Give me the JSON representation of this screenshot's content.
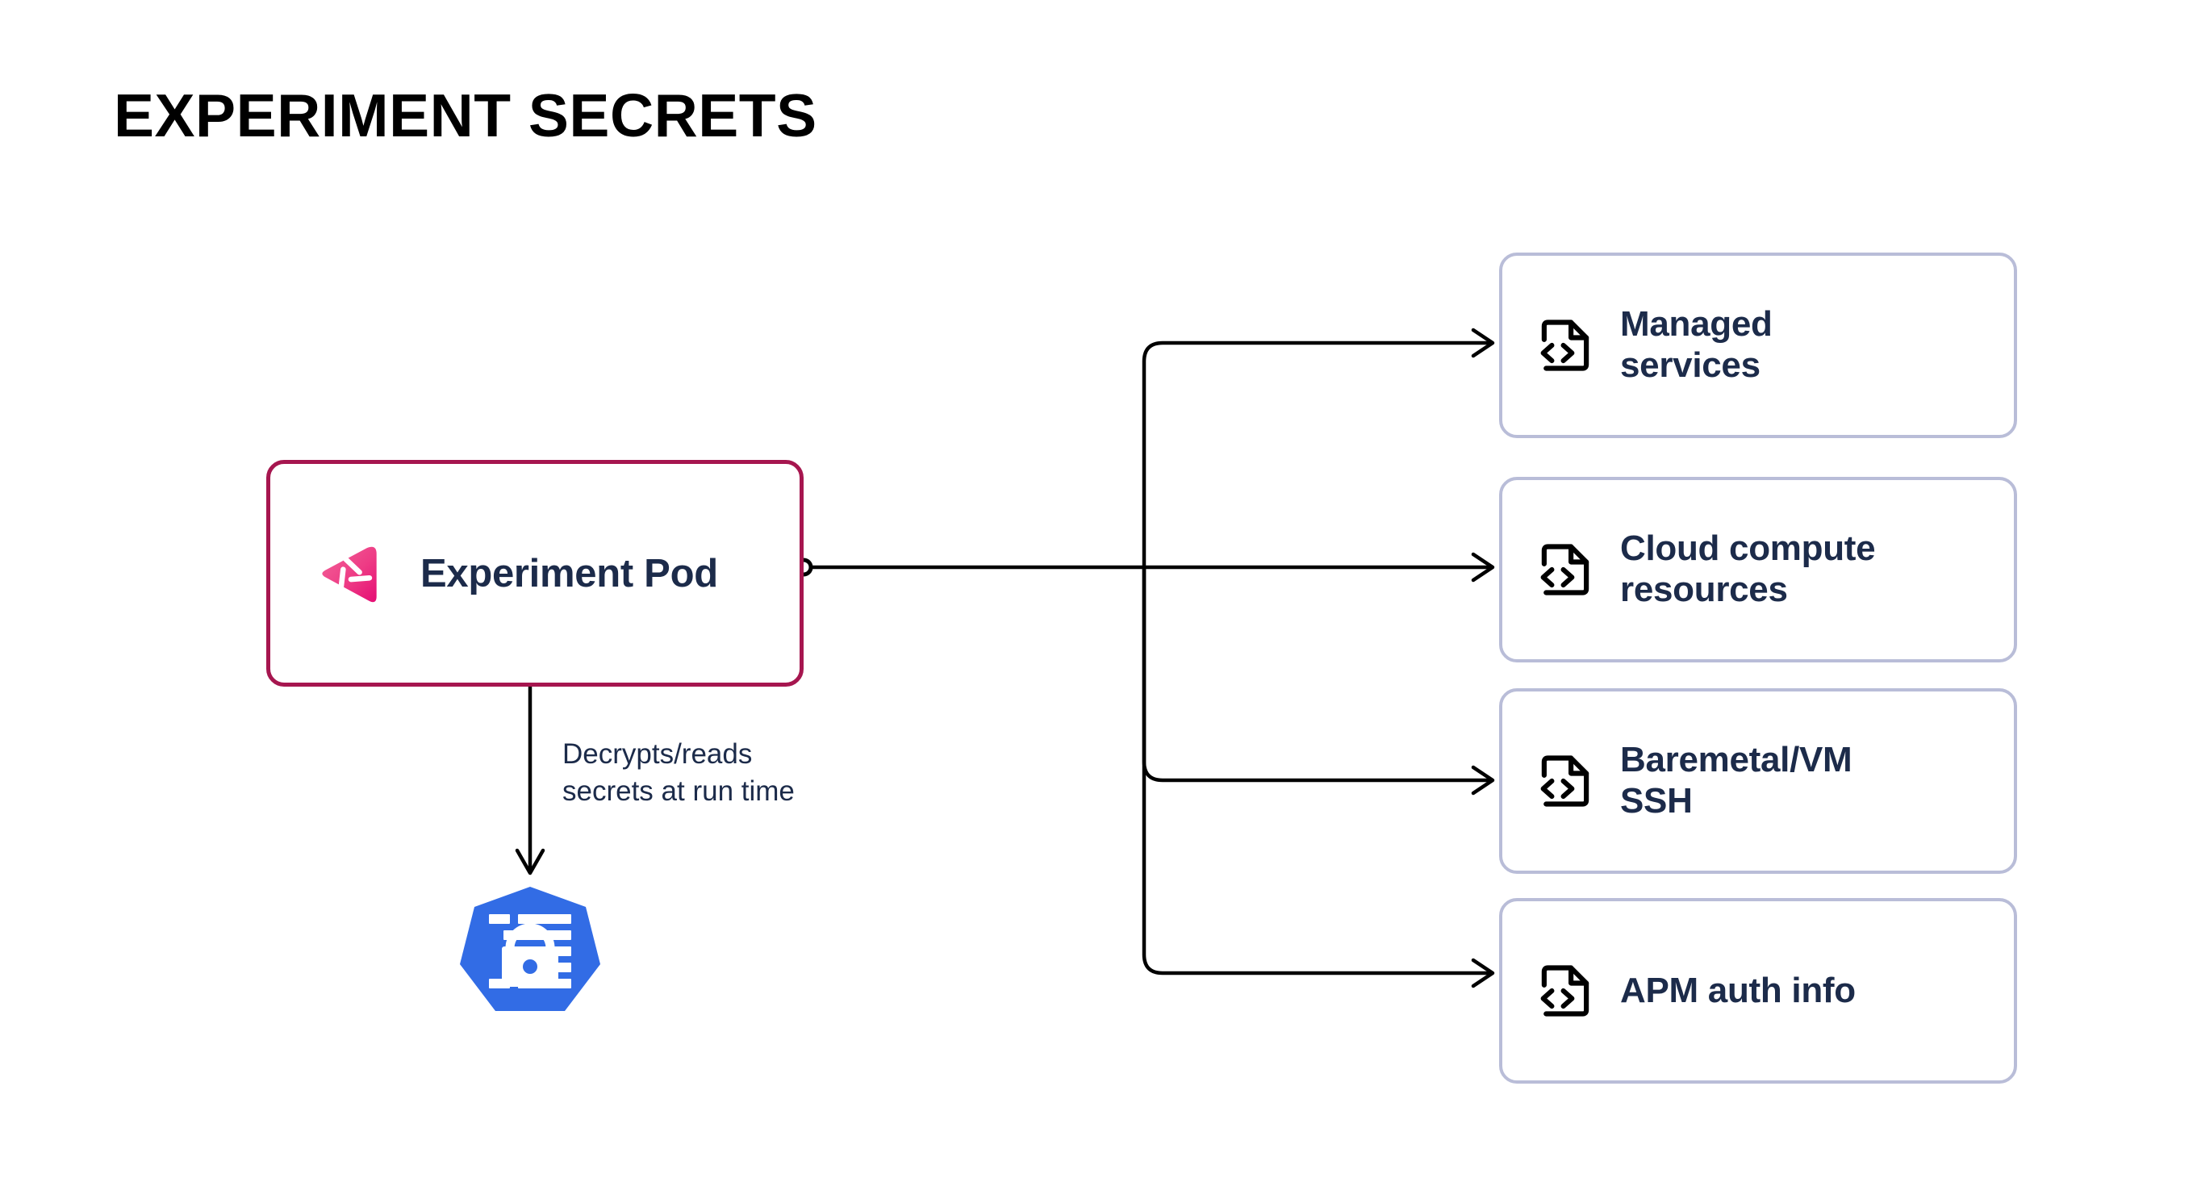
{
  "title": "EXPERIMENT SECRETS",
  "colors": {
    "pod_border": "#A6164F",
    "card_border": "#B9BDD8",
    "text_navy": "#1C2B4A",
    "edge_stroke": "#000000",
    "k8s_blue": "#326CE5",
    "logo_pink_light": "#F4568F",
    "logo_pink_dark": "#E5127D",
    "background": "#FFFFFF"
  },
  "source_node": {
    "label": "Experiment Pod",
    "icon": "chaos-experiment-logo"
  },
  "edge_caption": {
    "line1": "Decrypts/reads",
    "line2": "secrets at run time"
  },
  "secret_node": {
    "label": "secret",
    "icon": "kubernetes-secret-icon"
  },
  "target_cards": [
    {
      "label_line1": "Managed",
      "label_line2": "services",
      "icon": "code-file-icon"
    },
    {
      "label_line1": "Cloud compute",
      "label_line2": "resources",
      "icon": "code-file-icon"
    },
    {
      "label_line1": "Baremetal/VM",
      "label_line2": "SSH",
      "icon": "code-file-icon"
    },
    {
      "label_line1": "APM auth info",
      "label_line2": "",
      "icon": "code-file-icon"
    }
  ]
}
